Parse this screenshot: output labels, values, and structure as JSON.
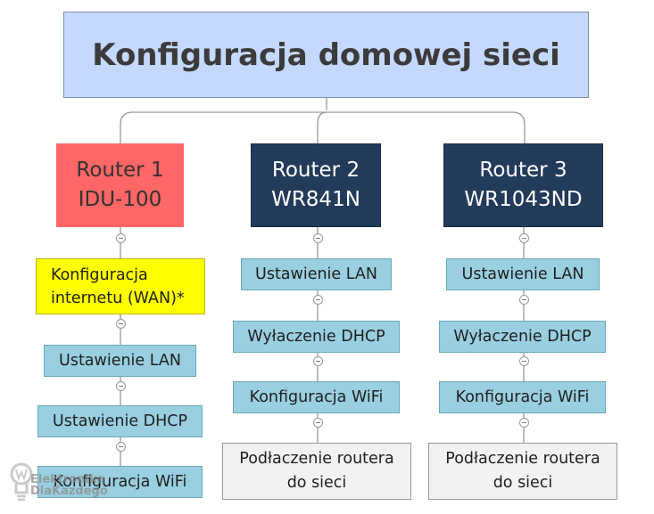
{
  "title": "Konfiguracja domowej sieci",
  "routers": [
    {
      "label": "Router 1\nIDU-100"
    },
    {
      "label": "Router 2\nWR841N"
    },
    {
      "label": "Router 3\nWR1043ND"
    }
  ],
  "router1_tasks": {
    "wan": "Konfiguracja\ninternetu (WAN)*",
    "lan": "Ustawienie LAN",
    "dhcp": "Ustawienie DHCP",
    "wifi": "Konfiguracja WiFi"
  },
  "router2_tasks": {
    "lan": "Ustawienie LAN",
    "dhcp": "Wyłaczenie DHCP",
    "wifi": "Konfiguracja WiFi",
    "connect": "Podłaczenie routera\ndo sieci"
  },
  "router3_tasks": {
    "lan": "Ustawienie LAN",
    "dhcp": "Wyłaczenie DHCP",
    "wifi": "Konfiguracja WiFi",
    "connect": "Podłaczenie routera\ndo sieci"
  },
  "watermark": {
    "line1": "Elektronika",
    "line2": "DlaKazdego"
  },
  "colors": {
    "root": "#c5d8ff",
    "router1": "#ff6666",
    "router_dark": "#233b5a",
    "task": "#99cfe0",
    "highlight": "#ffff00",
    "final": "#f2f2f2"
  }
}
